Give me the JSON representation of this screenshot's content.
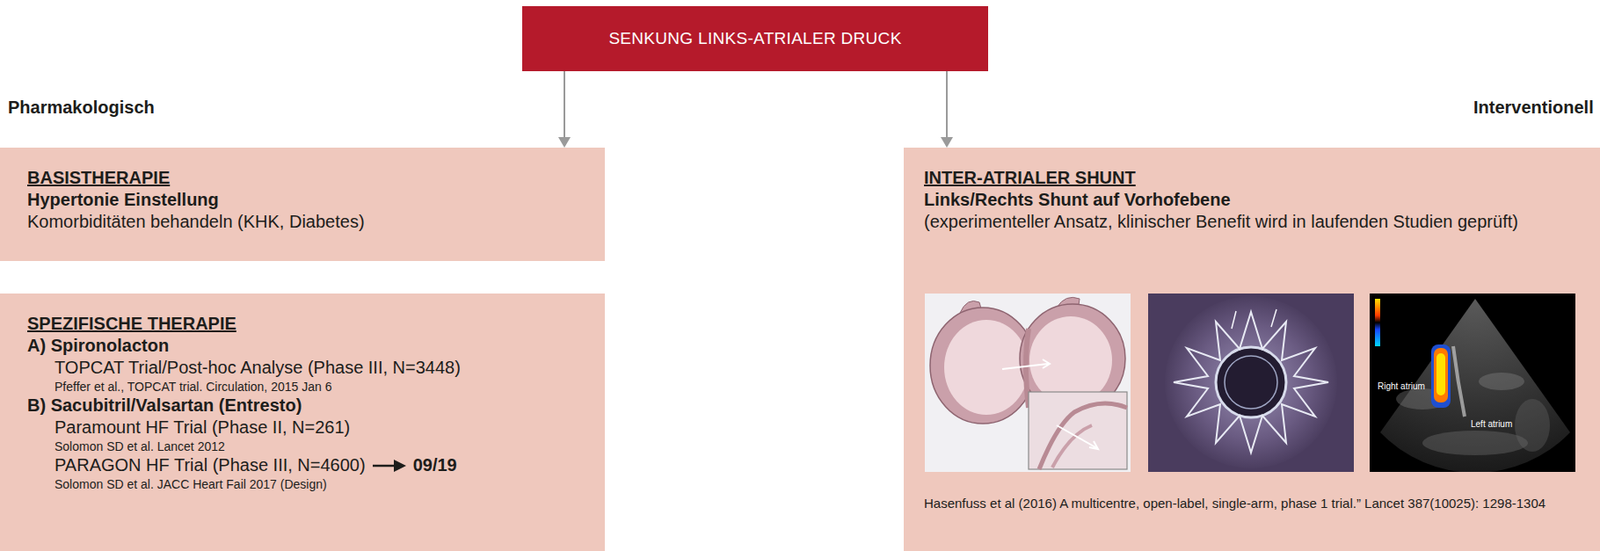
{
  "diagram": {
    "nodes": [
      {
        "text": [
          "SENKUNG LINKS-ATRIALER DRUCK"
        ]
      },
      {
        "text": [
          "BASISTHERAPIE",
          "Hypertonie Einstellung",
          "Komorbiditäten behandeln (KHK, Diabetes)"
        ]
      },
      {
        "text": [
          "SPEZIFISCHE THERAPIE",
          "A) Spironolacton",
          "TOPCAT Trial/Post-hoc Analyse (Phase III, N=3448)",
          "Pfeffer et al., TOPCAT trial. Circulation, 2015 Jan 6",
          "B) Sacubitril/Valsartan (Entresto)",
          "Paramount HF Trial (Phase II, N=261)",
          "Solomon SD et al. Lancet 2012",
          "PARAGON HF Trial (Phase III, N=4600)",
          "09/19",
          "Solomon SD et al. JACC Heart Fail 2017 (Design)"
        ]
      },
      {
        "text": [
          "INTER-ATRIALER SHUNT",
          "Links/Rechts Shunt auf Vorhofebene",
          "(experimenteller Ansatz, klinischer Benefit wird in laufenden Studien geprüft)",
          "Hasenfuss et al (2016) A multicentre, open-label, single-arm, phase 1 trial.” Lancet 387(10025): 1298-1304"
        ]
      }
    ],
    "edges": [
      {
        "from": 0,
        "to": 1,
        "arrow": "to"
      },
      {
        "from": 0,
        "to": 3,
        "arrow": "to"
      }
    ],
    "labels": [
      "Pharmakologisch",
      "Interventionell",
      "Right atrium",
      "Left atrium"
    ]
  }
}
